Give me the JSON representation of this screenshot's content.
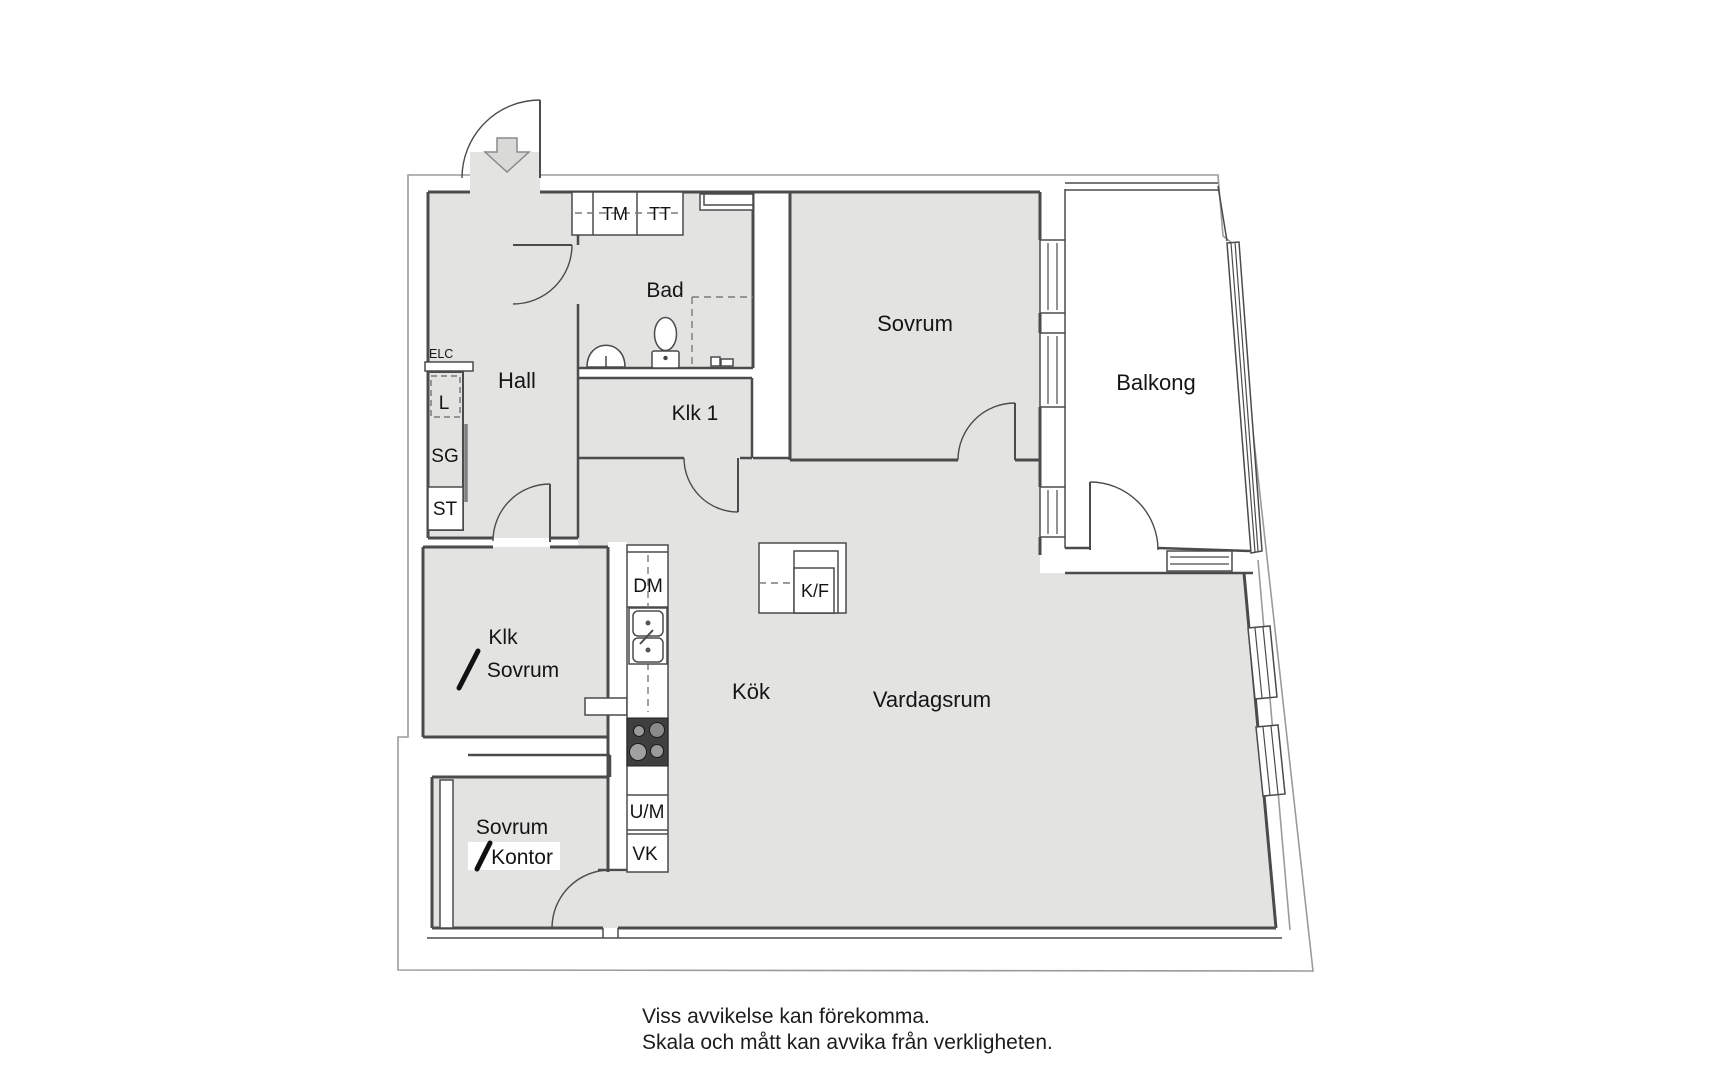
{
  "floorplan": {
    "rooms": {
      "hall": "Hall",
      "bathroom": "Bad",
      "closet1": "Klk 1",
      "bedroom_top": "Sovrum",
      "balcony": "Balkong",
      "closet_bedroom_line1": "Klk",
      "closet_bedroom_line2": "Sovrum",
      "kitchen": "Kök",
      "living_room": "Vardagsrum",
      "bedroom_office_line1": "Sovrum",
      "bedroom_office_line2": "Kontor"
    },
    "appliances": {
      "washing_machine": "TM",
      "tumble_dryer": "TT",
      "dishwasher": "DM",
      "um": "U/M",
      "vk": "VK",
      "fridge_freezer": "K/F"
    },
    "closets": {
      "elc": "ELC",
      "l": "L",
      "sg": "SG",
      "st": "ST"
    }
  },
  "footer": {
    "line1": "Viss avvikelse kan förekomma.",
    "line2": "Skala och mått kan avvika från verkligheten."
  },
  "colors": {
    "floor": "#e3e3e1",
    "wall": "#4b4b4b",
    "boundary": "#9b9b9b",
    "dash": "#7a7a7a",
    "stove": "#3f3f3f",
    "arrow": "#d9d9d8"
  }
}
